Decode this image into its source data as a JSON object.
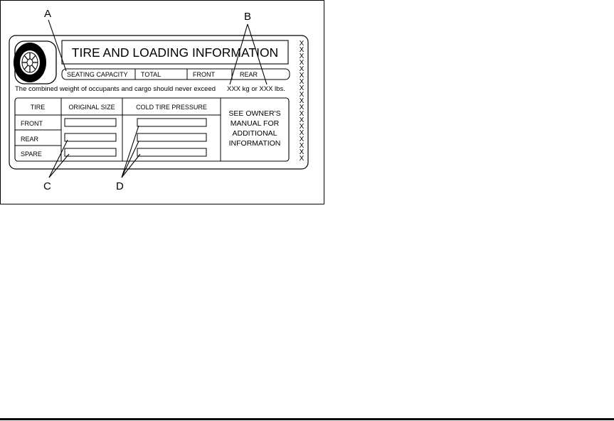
{
  "callouts": {
    "a": "A",
    "b": "B",
    "c": "C",
    "d": "D"
  },
  "placard": {
    "title": "TIRE AND LOADING INFORMATION",
    "seating_capacity": "SEATING CAPACITY",
    "total": "TOTAL",
    "front": "FRONT",
    "rear": "REAR",
    "combined_weight_text": "The combined weight of occupants and cargo should never exceed",
    "weight_value": "XXX kg or XXX lbs.",
    "table": {
      "header_tire": "TIRE",
      "header_original_size": "ORIGINAL SIZE",
      "header_cold_pressure": "COLD TIRE PRESSURE",
      "rows": [
        "FRONT",
        "REAR",
        "SPARE"
      ]
    },
    "owners_manual_lines": [
      "SEE OWNER'S",
      "MANUAL FOR",
      "ADDITIONAL",
      "INFORMATION"
    ],
    "x_column": "X"
  }
}
